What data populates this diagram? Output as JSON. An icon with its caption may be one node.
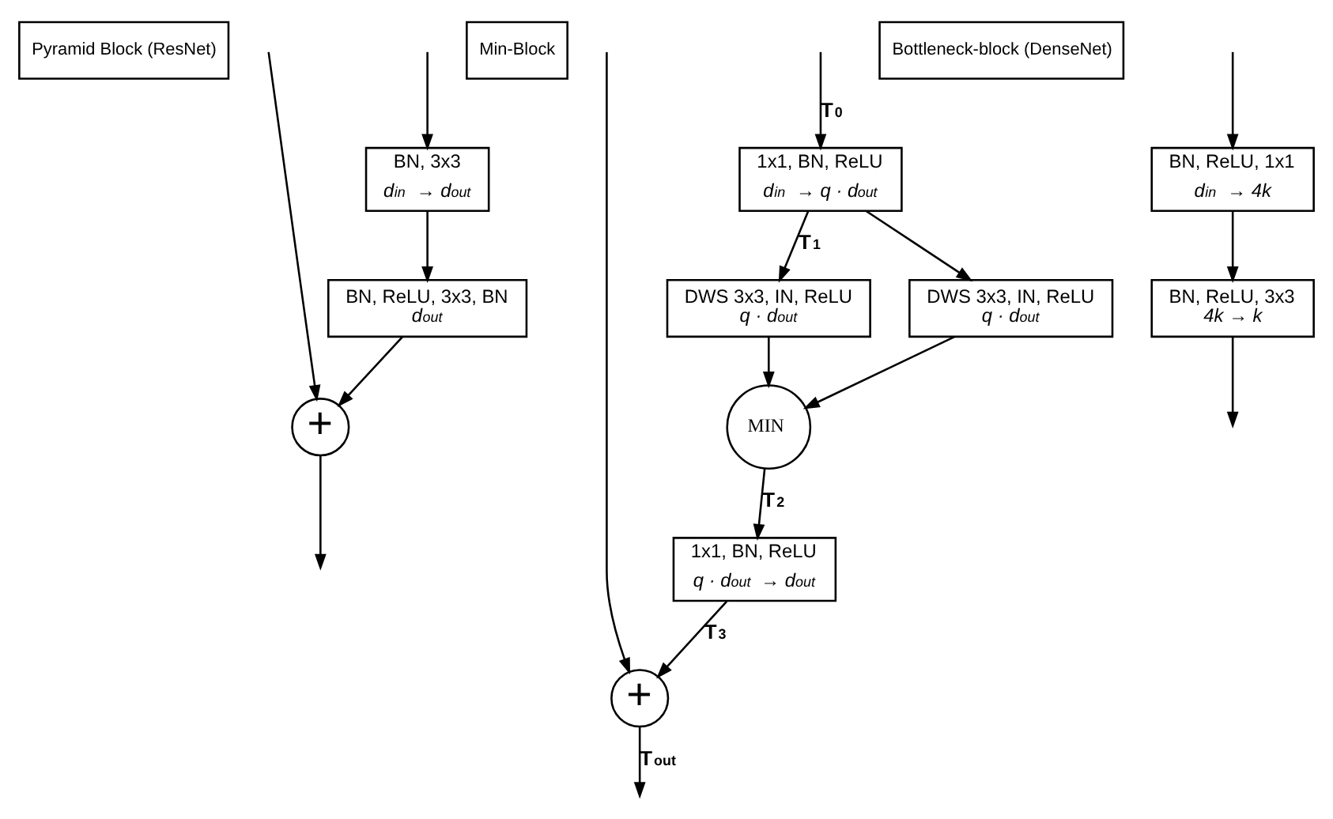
{
  "diagram": {
    "nodes": [
      {
        "text": [
          "Pyramid Block (ResNet)"
        ]
      },
      {
        "text": [
          "BN, 3x3",
          "*d$_{in}$ → d$_{out}$*"
        ]
      },
      {
        "text": [
          "BN, ReLU, 3x3, BN",
          "*d$_{out}$*"
        ]
      },
      {
        "text": [
          "+"
        ]
      },
      {
        "text": [
          "Min-Block"
        ]
      },
      {
        "text": [
          "1x1, BN, ReLU",
          "*d$_{in}$ → q · d$_{out}$*"
        ]
      },
      {
        "text": [
          "DWS 3x3, IN, ReLU",
          "*q · d$_{out}$*"
        ]
      },
      {
        "text": [
          "DWS 3x3, IN, ReLU",
          "*q · d$_{out}$*"
        ]
      },
      {
        "text": [
          "MIN"
        ]
      },
      {
        "text": [
          "1x1, BN, ReLU",
          "*q · d$_{out}$ → d$_{out}$*"
        ]
      },
      {
        "text": [
          "+"
        ]
      },
      {
        "text": [
          "Bottleneck-block (DenseNet)"
        ]
      },
      {
        "text": [
          "BN, ReLU, 1x1",
          "*d$_{in}$ → 4k*"
        ]
      },
      {
        "text": [
          "BN, ReLU, 3x3",
          "*4k → k*"
        ]
      }
    ],
    "edges": [
      {
        "from": null,
        "to": 1,
        "arrow": "to"
      },
      {
        "from": null,
        "to": 3,
        "arrow": "to"
      },
      {
        "from": 1,
        "to": 2,
        "arrow": "to"
      },
      {
        "from": 2,
        "to": 3,
        "arrow": "to"
      },
      {
        "from": 3,
        "to": null,
        "arrow": "to"
      },
      {
        "from": null,
        "to": 5,
        "arrow": "to",
        "label": "**T$_{0}$**"
      },
      {
        "from": null,
        "to": 10,
        "arrow": "to"
      },
      {
        "from": 5,
        "to": 6,
        "arrow": "to",
        "label": "**T$_{1}$**"
      },
      {
        "from": 5,
        "to": 7,
        "arrow": "to"
      },
      {
        "from": 6,
        "to": 8,
        "arrow": "to"
      },
      {
        "from": 7,
        "to": 8,
        "arrow": "to"
      },
      {
        "from": 8,
        "to": 9,
        "arrow": "to",
        "label": "**T$_{2}$**"
      },
      {
        "from": 9,
        "to": 10,
        "arrow": "to",
        "label": "**T$_{3}$**"
      },
      {
        "from": 10,
        "to": null,
        "arrow": "to",
        "label": "**T$_{out}$**"
      },
      {
        "from": null,
        "to": 12,
        "arrow": "to"
      },
      {
        "from": 12,
        "to": 13,
        "arrow": "to"
      },
      {
        "from": 13,
        "to": null,
        "arrow": "to"
      }
    ]
  }
}
